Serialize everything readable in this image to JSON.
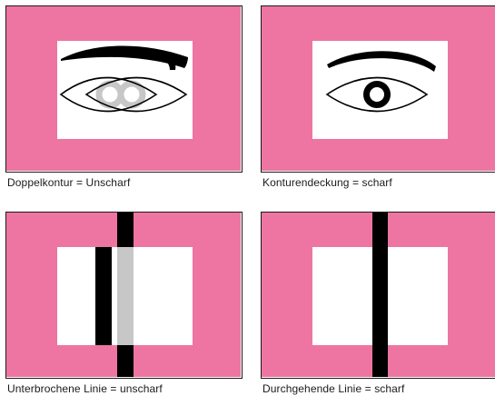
{
  "colors": {
    "frame_pink": "#ee75a1",
    "ink": "#000000",
    "ghost_gray": "#c7c7c7",
    "screen_white": "#ffffff"
  },
  "panels": [
    {
      "caption": "Doppelkontur = Unscharf",
      "content": "eye-double-contour"
    },
    {
      "caption": "Konturendeckung = scharf",
      "content": "eye-single-contour"
    },
    {
      "caption": "Unterbrochene Linie = unscharf",
      "content": "broken-line"
    },
    {
      "caption": "Durchgehende Linie = scharf",
      "content": "continuous-line"
    }
  ]
}
